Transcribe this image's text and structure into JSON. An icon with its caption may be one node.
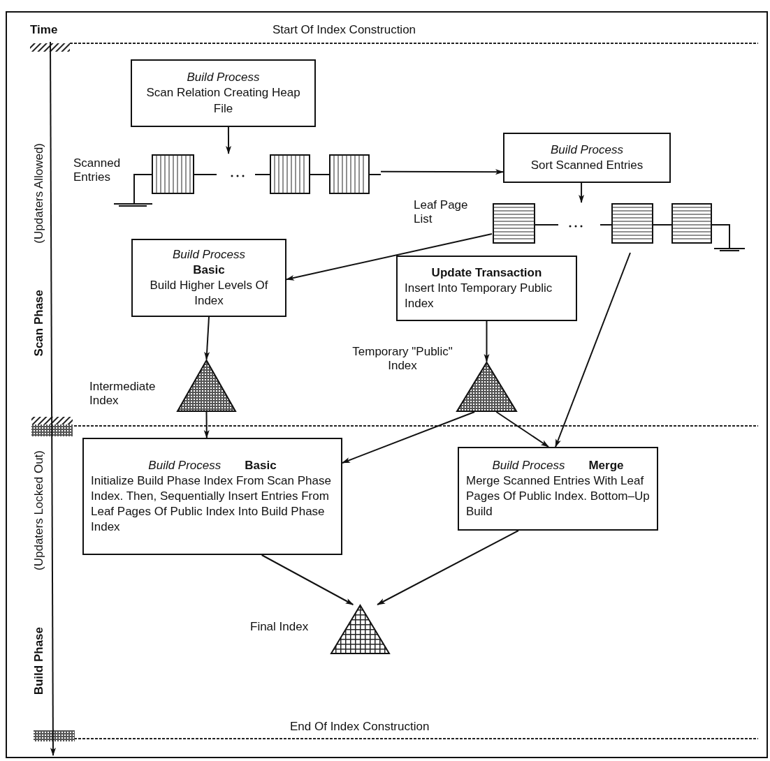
{
  "diagram": {
    "nodes": [
      {
        "text": [
          "Build Process",
          "Scan Relation Creating Heap File"
        ]
      },
      {
        "text": [],
        "shape": "box",
        "beside": [
          "Scanned Entries"
        ]
      },
      {
        "text": [
          "Build Process",
          "Sort Scanned Entries"
        ]
      },
      {
        "text": [],
        "shape": "box",
        "beside": [
          "Leaf Page List"
        ]
      },
      {
        "text": [
          "Build Process",
          "Basic",
          "Build Higher Levels Of Index"
        ]
      },
      {
        "text": [
          "Update Transaction",
          "Insert Into Temporary Public Index"
        ]
      },
      {
        "text": [],
        "shape": "triangle",
        "beside": [
          "Intermediate Index"
        ]
      },
      {
        "text": [],
        "shape": "triangle",
        "beside": [
          "Temporary \"Public\" Index"
        ]
      },
      {
        "text": [
          "Build Process",
          "Basic",
          "Initialize Build Phase Index From Scan Phase Index. Then, Sequentially Insert Entries From Leaf Pages Of Public Index Into Build Phase Index"
        ]
      },
      {
        "text": [
          "Build Process",
          "Merge",
          "Merge Scanned Entries With Leaf Pages Of Public Index. Bottom–Up Build"
        ]
      },
      {
        "text": [],
        "shape": "triangle",
        "beside": [
          "Final Index"
        ]
      }
    ],
    "edges": [
      {
        "from": 0,
        "to": 1,
        "arrow": "to"
      },
      {
        "from": 1,
        "to": 2,
        "arrow": "to"
      },
      {
        "from": 2,
        "to": 3,
        "arrow": "to"
      },
      {
        "from": 3,
        "to": 4,
        "arrow": "to"
      },
      {
        "from": 4,
        "to": 6,
        "arrow": "to"
      },
      {
        "from": 5,
        "to": 7,
        "arrow": "to"
      },
      {
        "from": 6,
        "to": 8,
        "arrow": "to"
      },
      {
        "from": 7,
        "to": 8,
        "arrow": "to"
      },
      {
        "from": 7,
        "to": 9,
        "arrow": "to"
      },
      {
        "from": 3,
        "to": 9,
        "arrow": "to"
      },
      {
        "from": 8,
        "to": 10,
        "arrow": "to"
      },
      {
        "from": 9,
        "to": 10,
        "arrow": "to"
      }
    ],
    "labels": [
      "Time",
      "Start Of Index Construction",
      "(Updaters Allowed)",
      "Scan Phase",
      "(Updaters Locked Out)",
      "Build Phase",
      "End Of Index Construction"
    ]
  }
}
